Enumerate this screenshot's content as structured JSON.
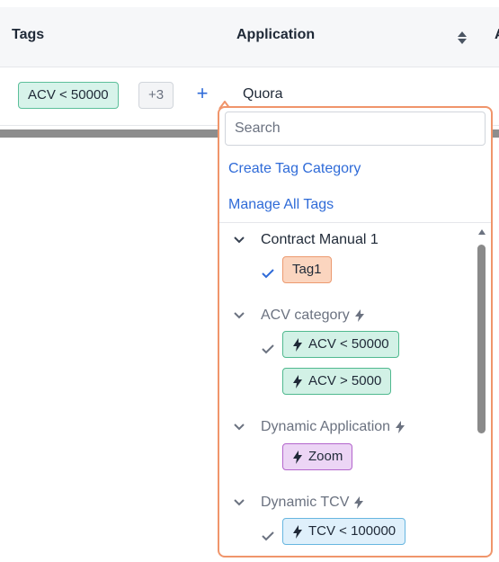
{
  "table": {
    "columns": {
      "tags": "Tags",
      "application": "Application",
      "next": "A"
    },
    "row": {
      "tag": "ACV < 50000",
      "more": "+3",
      "add": "+",
      "application": "Quora"
    }
  },
  "dropdown": {
    "search_placeholder": "Search",
    "create_link": "Create Tag Category",
    "manage_link": "Manage All Tags",
    "categories": [
      {
        "label": "Contract Manual 1",
        "dynamic": false,
        "tags": [
          {
            "label": "Tag1",
            "checked": true,
            "color": "#fbd5bf"
          }
        ]
      },
      {
        "label": "ACV category",
        "dynamic": true,
        "tags": [
          {
            "label": "ACV < 50000",
            "checked": true,
            "color": "#d2f1e6"
          },
          {
            "label": "ACV > 5000",
            "checked": false,
            "color": "#d2f1e6"
          }
        ]
      },
      {
        "label": "Dynamic Application",
        "dynamic": true,
        "tags": [
          {
            "label": "Zoom",
            "checked": false,
            "color": "#ecd5f5"
          }
        ]
      },
      {
        "label": "Dynamic TCV",
        "dynamic": true,
        "tags": [
          {
            "label": "TCV < 100000",
            "checked": true,
            "color": "#dff0fb"
          }
        ]
      }
    ]
  },
  "colors": {
    "accent": "#2f6bd8",
    "dropdown_border": "#f0956b"
  }
}
